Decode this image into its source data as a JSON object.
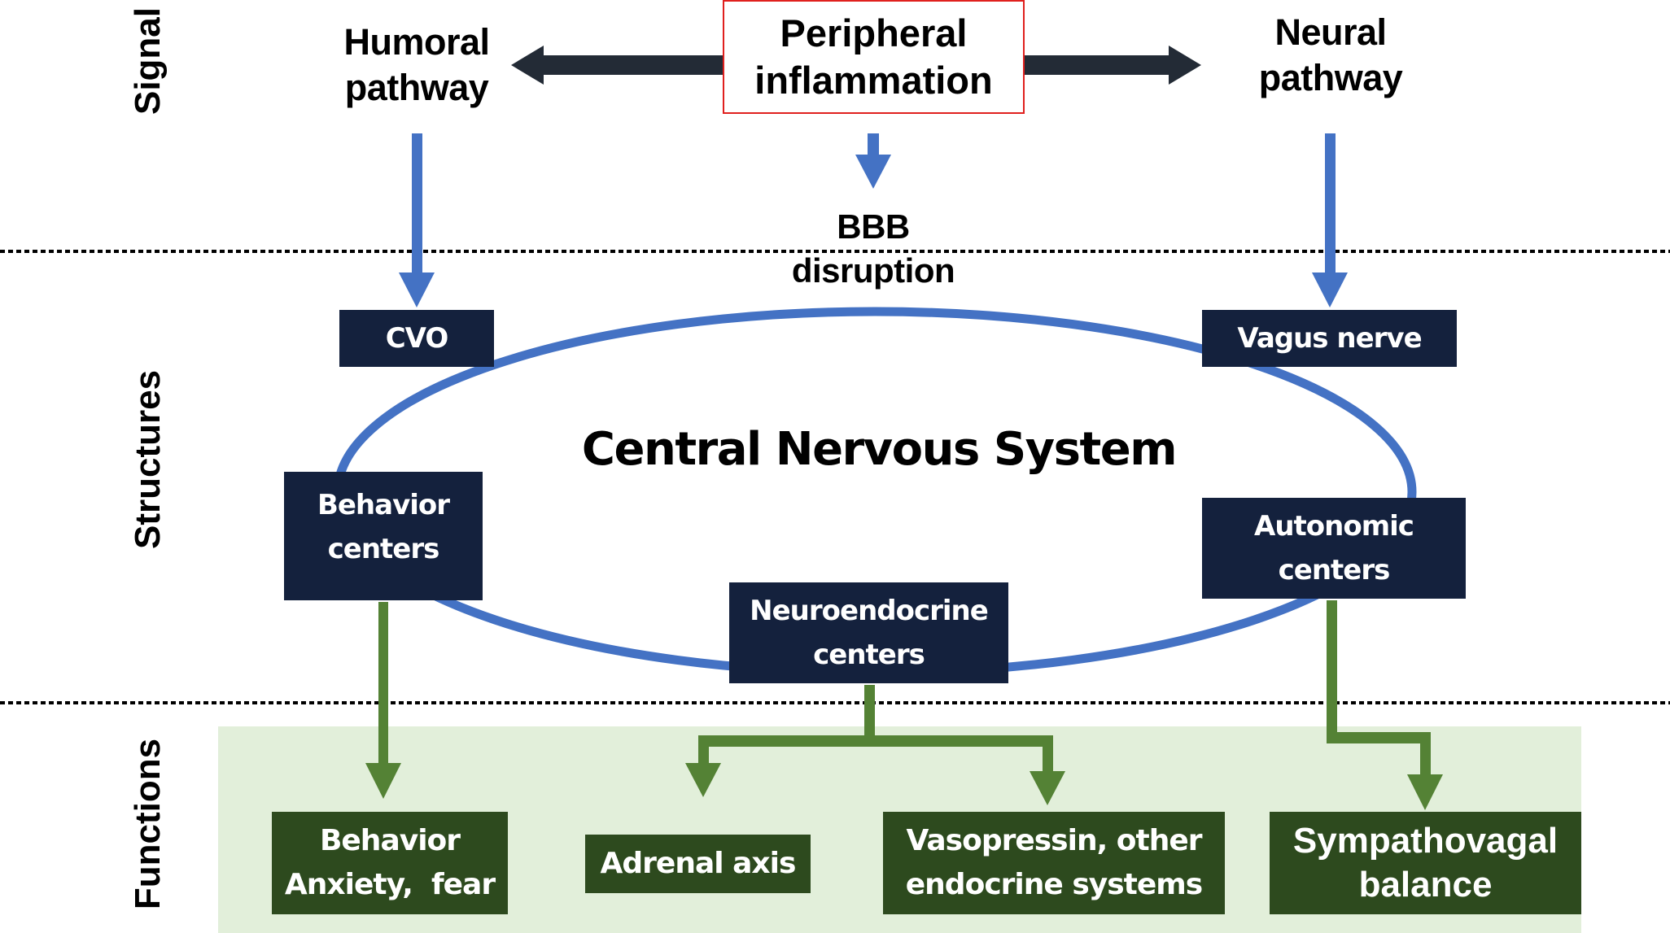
{
  "diagram": {
    "row_labels": {
      "signal": "Signal",
      "structures": "Structures",
      "functions": "Functions"
    },
    "signal": {
      "source": {
        "line1": "Peripheral",
        "line2": "inflammation"
      },
      "humoral": {
        "line1": "Humoral",
        "line2": "pathway"
      },
      "neural": {
        "line1": "Neural",
        "line2": "pathway"
      },
      "bbb": {
        "line1": "BBB",
        "line2": "disruption"
      }
    },
    "structures": {
      "title": "Central Nervous System",
      "cvo": "CVO",
      "vagus": "Vagus nerve",
      "behavior_centers": {
        "line1": "Behavior",
        "line2": "centers"
      },
      "autonomic_centers": {
        "line1": "Autonomic",
        "line2": "centers"
      },
      "neuroendocrine_centers": {
        "line1": "Neuroendocrine",
        "line2": "centers"
      }
    },
    "functions": {
      "behavior": {
        "line1": "Behavior",
        "line2": "Anxiety,  fear"
      },
      "adrenal": "Adrenal axis",
      "vasopressin": {
        "line1": "Vasopressin, other",
        "line2": "endocrine systems"
      },
      "sympathovagal": {
        "line1": "Sympathovagal",
        "line2": "balance"
      }
    },
    "colors": {
      "signal_arrow": "#232b36",
      "blue_arrow": "#4472c4",
      "green_arrow": "#548235",
      "structure_box": "#14213d",
      "function_box": "#2d4a1e",
      "function_panel": "#e2efda",
      "source_border": "#e0201e"
    }
  }
}
